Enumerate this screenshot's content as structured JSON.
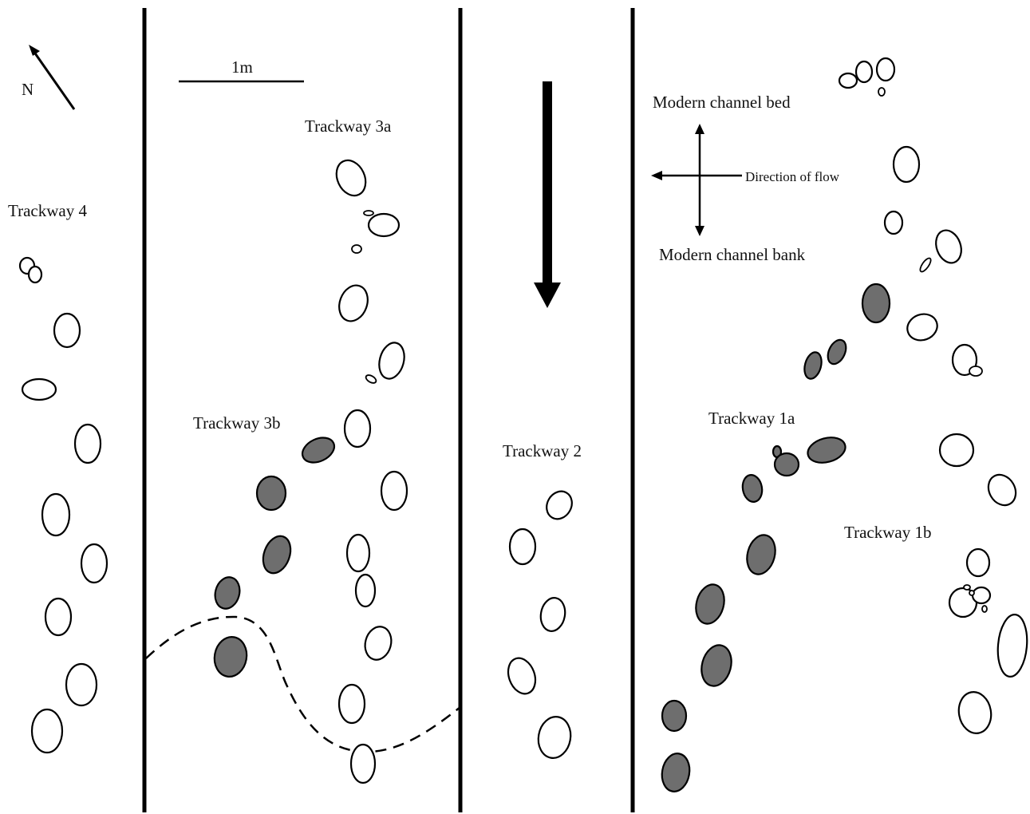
{
  "labels": {
    "north": "N",
    "scale": "1m",
    "trackway_3a": "Trackway 3a",
    "trackway_3b": "Trackway 3b",
    "trackway_4": "Trackway 4",
    "trackway_2": "Trackway 2",
    "trackway_1a": "Trackway 1a",
    "trackway_1b": "Trackway 1b",
    "channel_bed": "Modern channel bed",
    "channel_bank": "Modern channel bank",
    "flow": "Direction of flow"
  },
  "colors": {
    "ink": "#000000",
    "grey_fill": "#6e6e6e",
    "background": "#ffffff"
  }
}
